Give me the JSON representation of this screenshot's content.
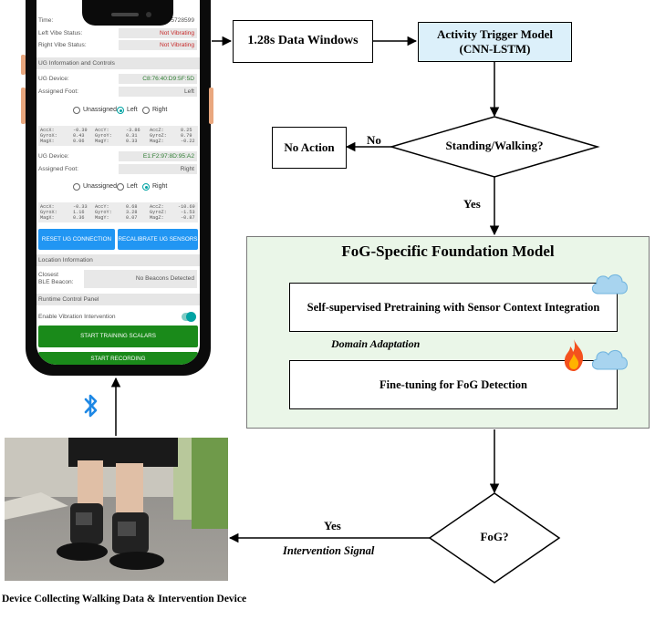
{
  "phone": {
    "time_label": "Time:",
    "time_value": "205728599",
    "left_vibe_label": "Left Vibe Status:",
    "left_vibe_value": "Not Vibrating",
    "right_vibe_label": "Right Vibe Status:",
    "right_vibe_value": "Not Vibrating",
    "ug_section": "UG Information and Controls",
    "device1_label": "UG Device:",
    "device1_value": "C8:76:40:D9:5F:5D",
    "foot1_label": "Assigned Foot:",
    "foot1_value": "Left",
    "radio_unassigned": "Unassigned",
    "radio_left": "Left",
    "radio_right": "Right",
    "sensors1": [
      [
        "AccX:",
        "-0.39",
        "AccY:",
        "-3.86",
        "AccZ:",
        "8.25"
      ],
      [
        "GyroX:",
        "0.43",
        "GyroY:",
        "0.31",
        "GyroZ:",
        "0.79"
      ],
      [
        "MagX:",
        "0.06",
        "MagY:",
        "0.33",
        "MagZ:",
        "-0.22"
      ]
    ],
    "device2_label": "UG Device:",
    "device2_value": "E1:F2:97:8D:95:A2",
    "foot2_label": "Assigned Foot:",
    "foot2_value": "Right",
    "sensors2": [
      [
        "AccX:",
        "-0.33",
        "AccY:",
        "0.68",
        "AccZ:",
        "-10.69"
      ],
      [
        "GyroX:",
        "1.16",
        "GyroY:",
        "3.28",
        "GyroZ:",
        "-1.53"
      ],
      [
        "MagX:",
        "0.36",
        "MagY:",
        "0.07",
        "MagZ:",
        "-0.87"
      ]
    ],
    "reset_button": "RESET UG CONNECTION",
    "recalibrate_button": "RECALIBRATE UG SENSORS",
    "location_section": "Location Information",
    "beacon_label_1": "Closest",
    "beacon_label_2": "BLE Beacon:",
    "beacon_value": "No Beacons Detected",
    "runtime_section": "Runtime Control Panel",
    "vibration_label": "Enable Vibration Intervention",
    "training_button": "START TRAINING SCALARS",
    "recording_button": "START RECORDING"
  },
  "flow": {
    "data_windows": "1.28s Data Windows",
    "trigger_model_line1": "Activity Trigger Model",
    "trigger_model_line2": "(CNN-LSTM)",
    "decision_standing": "Standing/Walking?",
    "no_label": "No",
    "no_action": "No Action",
    "yes_label_1": "Yes",
    "foundation_title": "FoG-Specific Foundation Model",
    "pretraining": "Self-supervised Pretraining with Sensor Context Integration",
    "domain_adaptation": "Domain  Adaptation",
    "finetuning": "Fine-tuning for FoG Detection",
    "decision_fog": "FoG?",
    "yes_label_2": "Yes",
    "intervention_signal": "Intervention Signal",
    "device_caption": "Device Collecting Walking Data & Intervention Device"
  },
  "colors": {
    "trigger_fill": "#dcf0fa",
    "foundation_fill": "#eaf6e8",
    "button_blue": "#2196f3",
    "button_green": "#1a8a1a",
    "bluetooth": "#1e88e5"
  },
  "icons": [
    "bluetooth-icon",
    "cloud-icon",
    "fire-icon"
  ]
}
